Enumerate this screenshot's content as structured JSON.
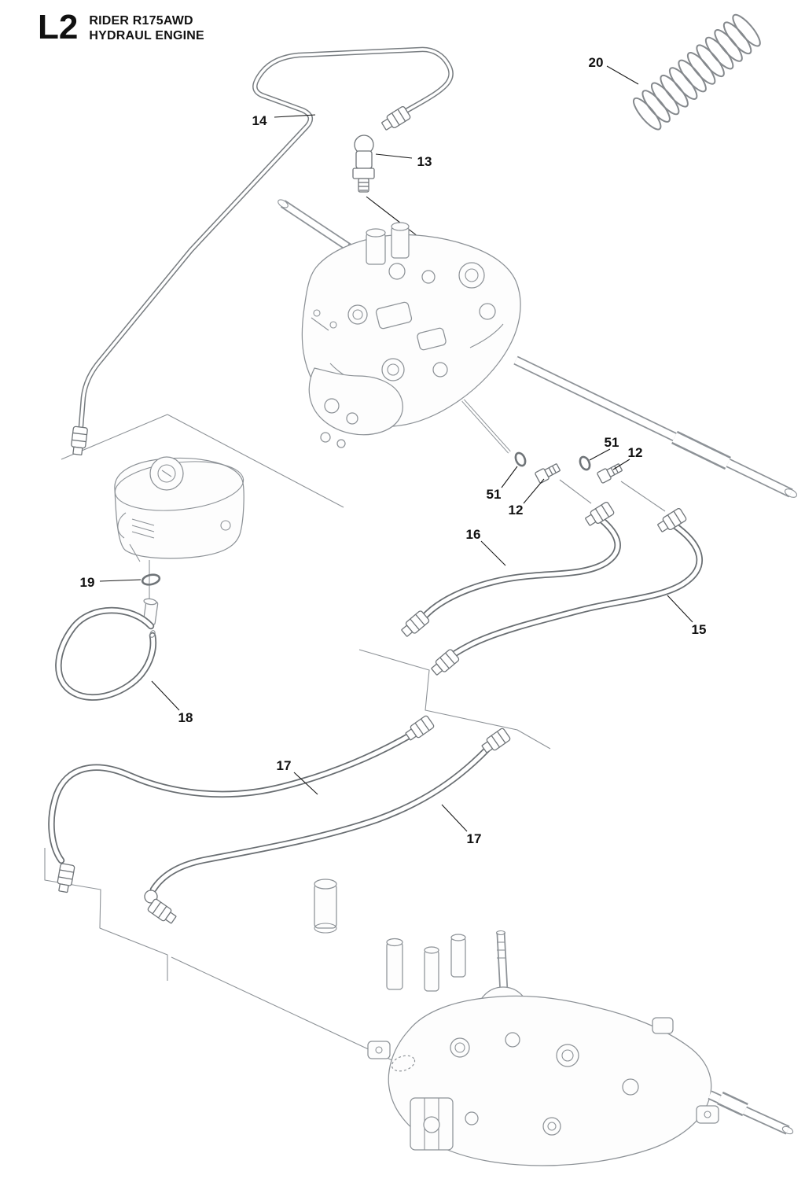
{
  "header": {
    "section_code": "L2",
    "model": "RIDER R175AWD",
    "subtitle": "HYDRAUL ENGINE"
  },
  "callouts": {
    "c14": "14",
    "c13": "13",
    "c20": "20",
    "c51_right": "51",
    "c12_right": "12",
    "c51_left": "51",
    "c12_left": "12",
    "c16": "16",
    "c15": "15",
    "c19": "19",
    "c18": "18",
    "c17_front": "17",
    "c17_rear": "17"
  },
  "colors": {
    "ink": "#111111",
    "line_art": "#8d9297"
  }
}
